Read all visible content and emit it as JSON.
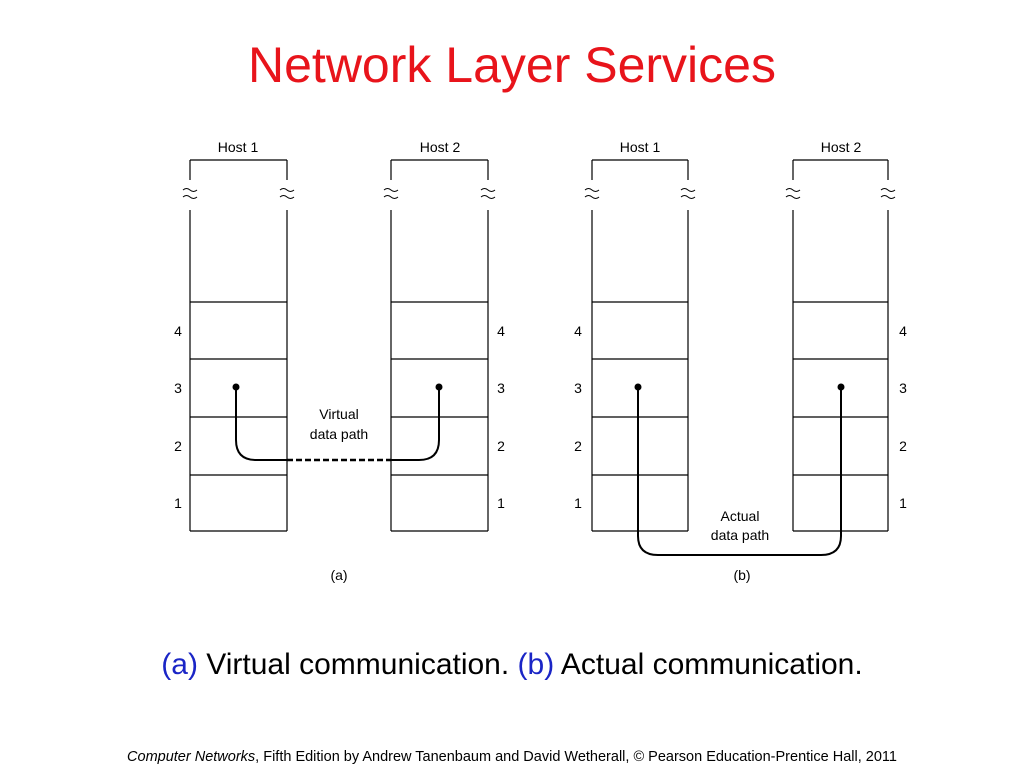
{
  "slide": {
    "title": "Network Layer Services",
    "caption": {
      "a_tag": "(a)",
      "a_text": " Virtual communication. ",
      "b_tag": "(b)",
      "b_text": " Actual communication."
    },
    "footer": {
      "book": "Computer Networks",
      "rest": ", Fifth Edition by Andrew Tanenbaum and David Wetherall, © Pearson Education-Prentice Hall, 2011"
    }
  },
  "diagram": {
    "colors": {
      "title": "#e8141b",
      "caption_tag": "#1a25c6",
      "line": "#000000"
    },
    "hosts": [
      "Host 1",
      "Host 2"
    ],
    "layers": [
      "4",
      "3",
      "2",
      "1"
    ],
    "panel_a": {
      "label": "(a)",
      "path_label_line1": "Virtual",
      "path_label_line2": "data path"
    },
    "panel_b": {
      "label": "(b)",
      "path_label_line1": "Actual",
      "path_label_line2": "data path"
    }
  }
}
